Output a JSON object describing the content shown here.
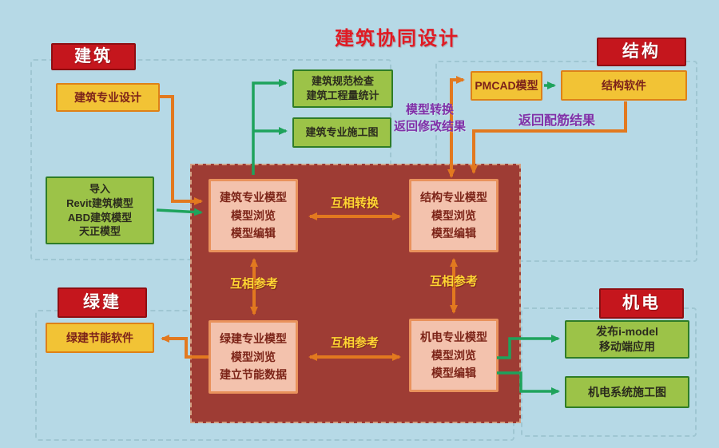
{
  "title": "建筑协同设计",
  "section_titles": {
    "arch": "建筑",
    "struct": "结构",
    "green": "绿建",
    "mep": "机电"
  },
  "boxes": {
    "arch_design": "建筑专业设计",
    "import_models": "导入\nRevit建筑模型\nABD建筑模型\n天正模型",
    "code_check": "建筑规范检查\n建筑工程量统计",
    "arch_drawing": "建筑专业施工图",
    "pmcad": "PMCAD模型",
    "struct_software": "结构软件",
    "green_software": "绿建节能软件",
    "imodel_publish": "发布i-model\n移动端应用",
    "mep_drawing": "机电系统施工图",
    "arch_model": "建筑专业模型\n模型浏览\n模型编辑",
    "struct_model": "结构专业模型\n模型浏览\n模型编辑",
    "green_model": "绿建专业模型\n模型浏览\n建立节能数据",
    "mep_model": "机电专业模型\n模型浏览\n模型编辑"
  },
  "arrow_labels": {
    "mutual_convert": "互相转换",
    "mutual_ref_left": "互相参考",
    "mutual_ref_right": "互相参考",
    "mutual_ref_bottom": "互相参考",
    "model_convert": "模型转换\n返回修改结果",
    "return_rebar": "返回配筋结果"
  },
  "colors": {
    "background": "#b6d9e6",
    "section_title_bg": "#c5161d",
    "yellow_box": "#f2c335",
    "green_box": "#9cc348",
    "pink_box": "#f3c2ad",
    "center_panel": "#9e3c34",
    "orange_arrow": "#e2791f",
    "green_arrow": "#1ea35c",
    "label_yellow": "#ffd633",
    "label_purple": "#8030a8",
    "title_red": "#e01b24"
  }
}
